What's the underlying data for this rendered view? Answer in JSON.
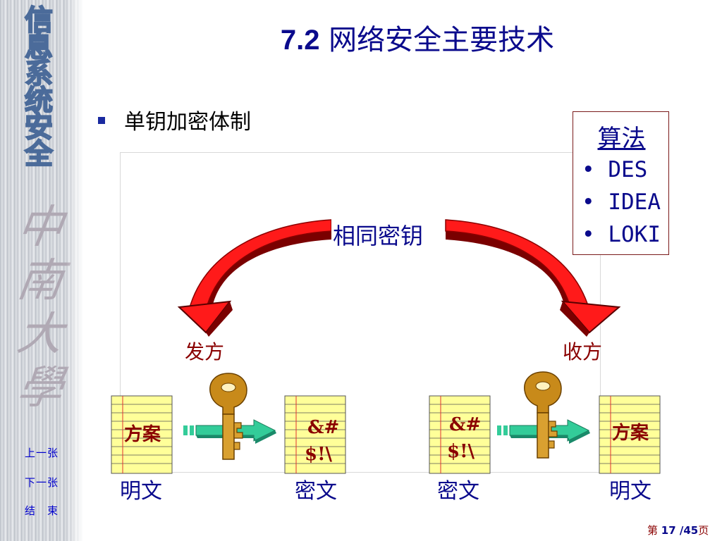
{
  "sidebar": {
    "title_chars": [
      "信",
      "息",
      "系",
      "统",
      "安",
      "全"
    ],
    "school_chars": [
      "中",
      "南",
      "大",
      "學"
    ],
    "nav": {
      "prev": "上一张",
      "next": "下一张",
      "end": "结　束"
    }
  },
  "slide": {
    "title_number": "7.2",
    "title_text": "网络安全主要技术",
    "bullet": "单钥加密体制"
  },
  "algorithms": {
    "title": "算法",
    "items": [
      "DES",
      "IDEA",
      "LOKI"
    ]
  },
  "diagram": {
    "shared_key": "相同密钥",
    "sender": "发方",
    "receiver": "收方",
    "plaintext_content": "方案",
    "ciphertext_line1": "&#",
    "ciphertext_line2": "$!\\",
    "plaintext_label": "明文",
    "ciphertext_label": "密文"
  },
  "pager": {
    "prefix": "第",
    "current": "17",
    "sep": " /",
    "total": "45",
    "suffix": "页"
  },
  "colors": {
    "title": "#0a0a8c",
    "arrow_red": "#ff0000",
    "arrow_dark": "#7a0000",
    "key_gold": "#c88a1a",
    "paper": "#ffff99",
    "flow_arrow": "#33cc99"
  }
}
